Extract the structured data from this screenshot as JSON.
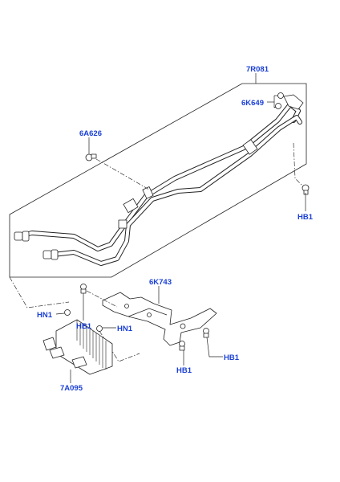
{
  "diagram": {
    "label_color": "#1a3fd6",
    "line_color": "#222222",
    "parts": [
      {
        "id": "7R081",
        "label": "7R081"
      },
      {
        "id": "6K649",
        "label": "6K649"
      },
      {
        "id": "6A626",
        "label": "6A626"
      },
      {
        "id": "HB1_right",
        "label": "HB1"
      },
      {
        "id": "6K743",
        "label": "6K743"
      },
      {
        "id": "HB1_upper",
        "label": "HB1"
      },
      {
        "id": "HN1_left",
        "label": "HN1"
      },
      {
        "id": "HN1_mid",
        "label": "HN1"
      },
      {
        "id": "HB1_mid",
        "label": "HB1"
      },
      {
        "id": "HB1_lower",
        "label": "HB1"
      },
      {
        "id": "7A095",
        "label": "7A095"
      }
    ]
  }
}
